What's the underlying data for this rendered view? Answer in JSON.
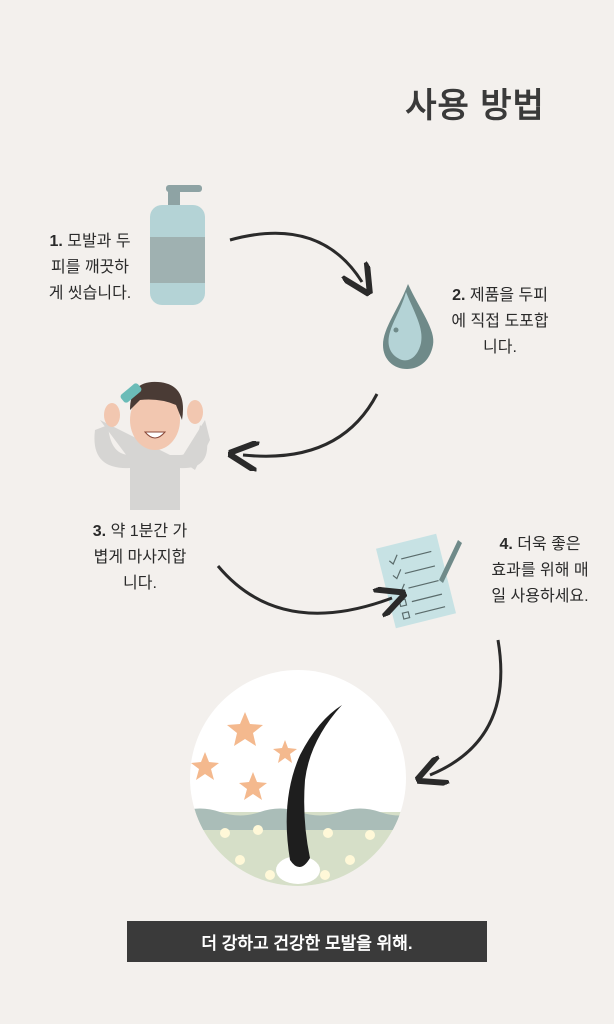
{
  "title": "사용 방법",
  "steps": [
    {
      "number": "1.",
      "lines": [
        "모발과 두",
        "피를 깨끗하",
        "게 씻습니다."
      ]
    },
    {
      "number": "2.",
      "lines": [
        "제품을 두피",
        "에 직접 도포합",
        "니다."
      ]
    },
    {
      "number": "3.",
      "lines": [
        "약 1분간 가",
        "볍게 마사지합",
        "니다."
      ]
    },
    {
      "number": "4.",
      "lines": [
        "더욱 좋은",
        "효과를 위해 매",
        "일 사용하세요."
      ]
    }
  ],
  "banner": "더 강하고 건강한 모발을 위해.",
  "colors": {
    "background": "#f3f0ed",
    "accent": "#a9cdd0",
    "dark": "#3a3a3a"
  }
}
